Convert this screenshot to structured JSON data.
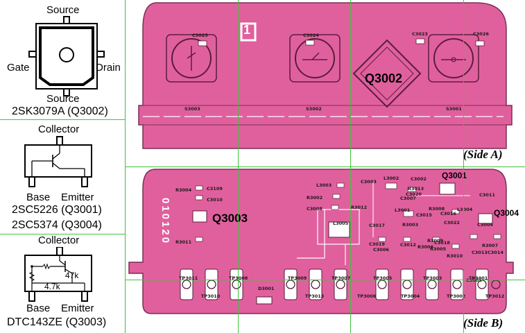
{
  "left_panel": {
    "fet": {
      "pin_top": "Source",
      "pin_left": "Gate",
      "pin_right": "Drain",
      "pin_bottom": "Source",
      "part": "2SK3079A (Q3002)"
    },
    "bjt": {
      "pin_top": "Collector",
      "pin_left": "Base",
      "pin_right": "Emitter",
      "part1": "2SC5226 (Q3001)",
      "part2": "2SC5374 (Q3004)"
    },
    "dtc": {
      "pin_top": "Collector",
      "r_top": "47k",
      "r_left": "4.7k",
      "pin_left": "Base",
      "pin_right": "Emitter",
      "part": "DTC143ZE (Q3003)"
    }
  },
  "side_a": {
    "label": "(Side A)",
    "number": "1",
    "q3002": "Q3002",
    "c3025": "C3025",
    "c3024": "C3024",
    "c3023": "C3023",
    "c3026": "C3026",
    "s3003": "S3003",
    "s3002": "S3002",
    "s3001": "S3001"
  },
  "side_b": {
    "label": "(Side B)",
    "q3001": "Q3001",
    "q3003": "Q3003",
    "q3004": "Q3004",
    "board_code": "010120",
    "small_labels": [
      "R3004",
      "C3109",
      "C3010",
      "R3011",
      "L3003",
      "R3002",
      "C3008",
      "L3005",
      "C3003",
      "R3012",
      "L3002",
      "C3002",
      "R3013",
      "C3007",
      "C3020",
      "L3001",
      "C3017",
      "C3019",
      "C3006",
      "C3012",
      "R3003",
      "C3015",
      "R3008",
      "C3016",
      "C3022",
      "C3011",
      "L3004",
      "R3006",
      "C3018",
      "C3004",
      "R3005",
      "R3010",
      "R3009",
      "R3007",
      "C3013",
      "C3014",
      "C3001",
      "D3001",
      "TP3011",
      "TP3010",
      "TP3008",
      "TP3009",
      "TP3013",
      "TP3007",
      "TP3006",
      "TP3005",
      "TP3004",
      "TP3003",
      "TP3002",
      "TP3001",
      "TP3012"
    ]
  },
  "colors": {
    "board": "#e0609e",
    "board_edge": "#7a2f52",
    "grid": "#3ec43e"
  }
}
